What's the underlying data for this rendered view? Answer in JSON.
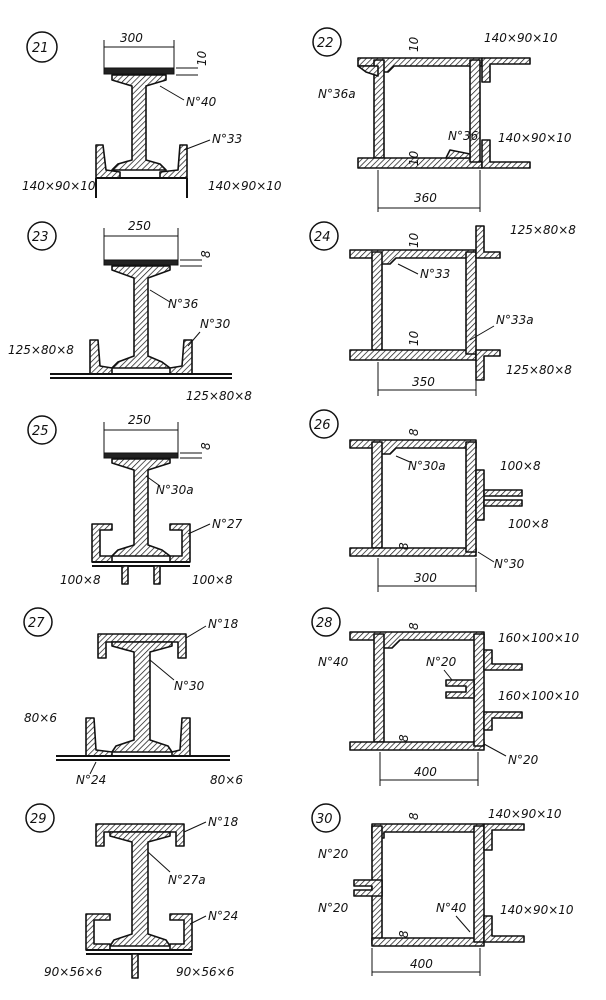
{
  "figures": [
    {
      "number": "21",
      "dims": [
        "300",
        "10"
      ],
      "labels": [
        "N°40",
        "N°33",
        "140×90×10",
        "140×90×10"
      ]
    },
    {
      "number": "22",
      "dims": [
        "10",
        "10",
        "360"
      ],
      "labels": [
        "N°36a",
        "N°36",
        "140×90×10",
        "140×90×10"
      ]
    },
    {
      "number": "23",
      "dims": [
        "250",
        "8"
      ],
      "labels": [
        "N°36",
        "N°30",
        "125×80×8",
        "125×80×8"
      ]
    },
    {
      "number": "24",
      "dims": [
        "10",
        "10",
        "350"
      ],
      "labels": [
        "N°33",
        "N°33a",
        "125×80×8",
        "125×80×8"
      ]
    },
    {
      "number": "25",
      "dims": [
        "250",
        "8"
      ],
      "labels": [
        "N°30a",
        "N°27",
        "100×8",
        "100×8"
      ]
    },
    {
      "number": "26",
      "dims": [
        "8",
        "8",
        "300"
      ],
      "labels": [
        "N°30a",
        "N°30",
        "100×8",
        "100×8"
      ]
    },
    {
      "number": "27",
      "dims": [],
      "labels": [
        "N°18",
        "N°30",
        "N°24",
        "80×6",
        "80×6"
      ]
    },
    {
      "number": "28",
      "dims": [
        "8",
        "8",
        "400"
      ],
      "labels": [
        "N°40",
        "N°20",
        "N°20",
        "160×100×10",
        "160×100×10"
      ]
    },
    {
      "number": "29",
      "dims": [],
      "labels": [
        "N°18",
        "N°27a",
        "N°24",
        "90×56×6",
        "90×56×6"
      ]
    },
    {
      "number": "30",
      "dims": [
        "8",
        "8",
        "400"
      ],
      "labels": [
        "N°20",
        "N°20",
        "N°40",
        "140×90×10",
        "140×90×10"
      ]
    }
  ]
}
